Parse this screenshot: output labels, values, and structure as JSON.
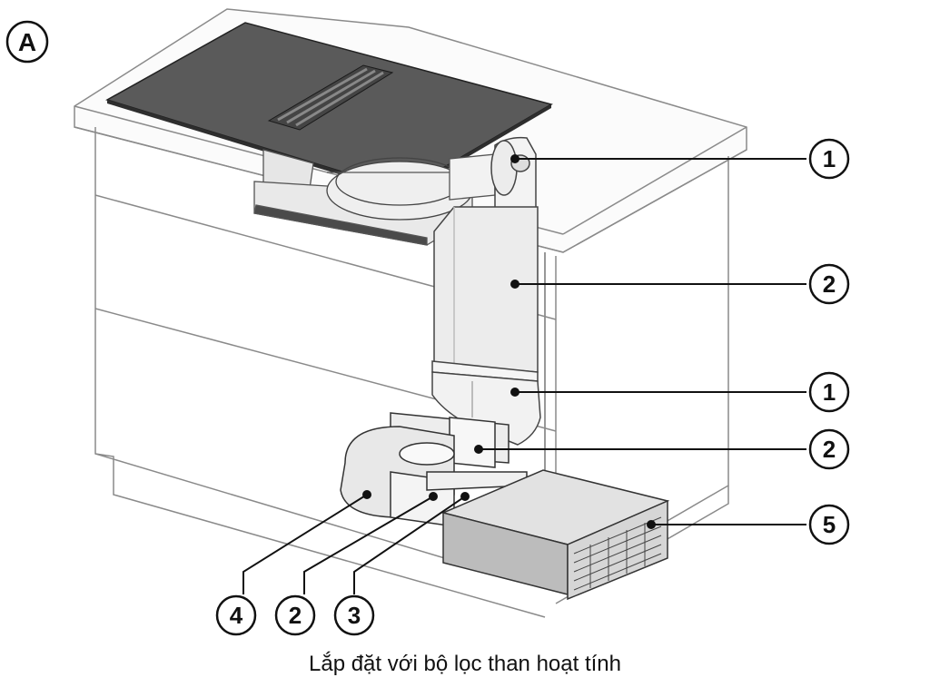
{
  "figure_label": "A",
  "caption": "Lắp đặt với bộ lọc than hoạt tính",
  "callouts": {
    "c1_top": "1",
    "c2_upper": "2",
    "c1_mid": "1",
    "c2_mid": "2",
    "c5": "5",
    "c4": "4",
    "c2_bottom": "2",
    "c3": "3"
  }
}
